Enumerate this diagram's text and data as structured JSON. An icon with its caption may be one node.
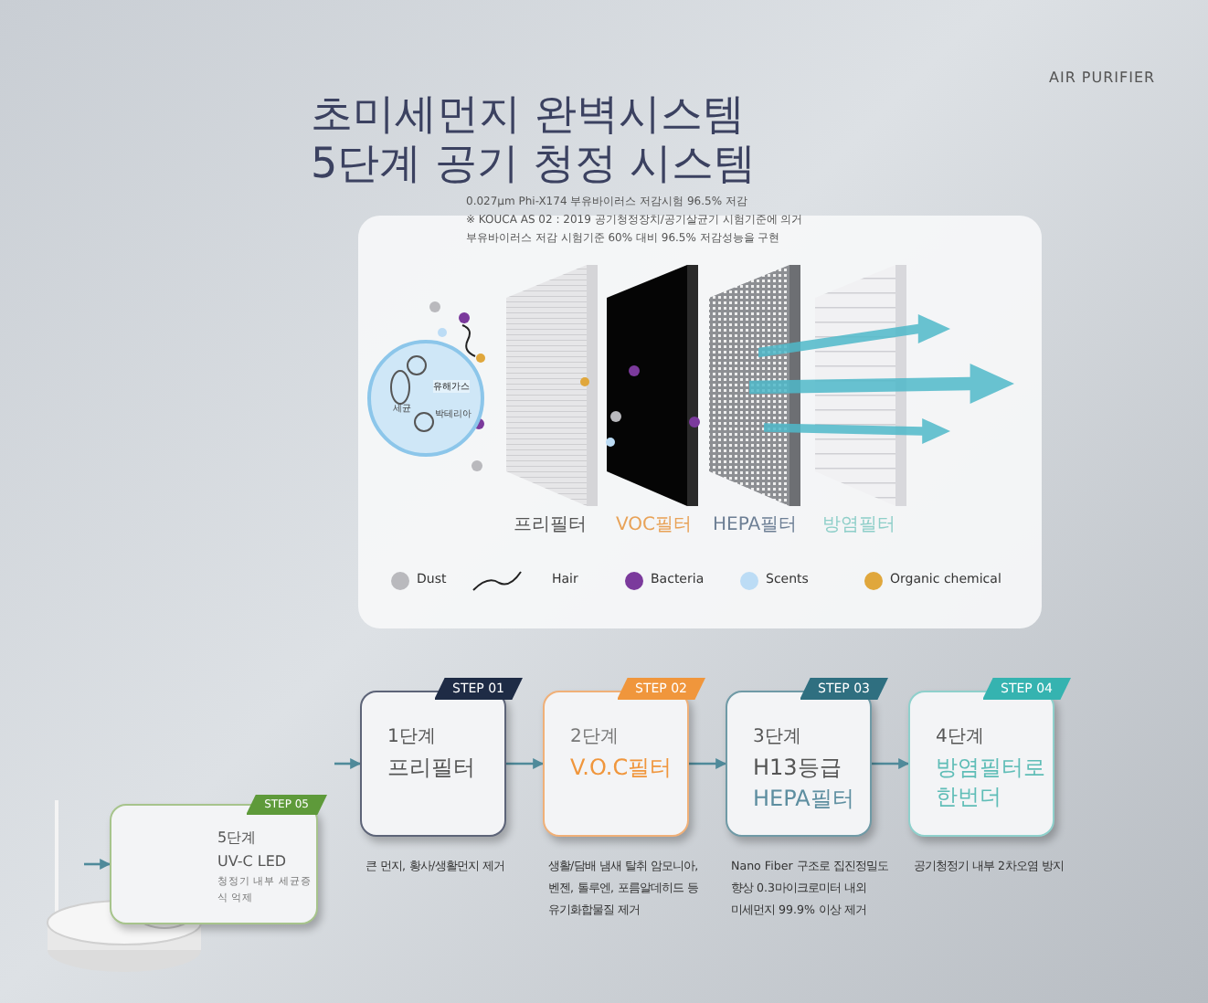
{
  "diagram": {
    "title": "초미세먼지 완벽시스템 5단계 공기 청정 시스템",
    "nodes": [
      {
        "text": [
          "STEP 01",
          "1단계",
          "프리필터"
        ],
        "beside": [
          "큰 먼지, 황사/생활먼지 제거"
        ]
      },
      {
        "text": [
          "STEP 02",
          "2단계",
          "V.O.C필터"
        ],
        "beside": [
          "생활/담배 냄새 탈취 암모니아, 벤젠, 톨루엔, 포름알데히드 등 유기화합물질 제거"
        ]
      },
      {
        "text": [
          "STEP 03",
          "3단계",
          "H13등급",
          "HEPA필터"
        ],
        "beside": [
          "Nano Fiber 구조로 집진정밀도 향상 0.3마이크로미터 내외 미세먼지 99.9% 이상 제거"
        ]
      },
      {
        "text": [
          "STEP 04",
          "4단계",
          "방염필터로 한번더"
        ],
        "beside": [
          "공기청정기 내부 2차오염 방지"
        ]
      },
      {
        "text": [
          "STEP 05",
          "5단계",
          "UV-C LED",
          "청정기 내부 세균증식 억제"
        ]
      }
    ],
    "edges": [
      {
        "from": null,
        "to": 0,
        "arrow": "to"
      },
      {
        "from": 0,
        "to": 1,
        "arrow": "to"
      },
      {
        "from": 1,
        "to": 2,
        "arrow": "to"
      },
      {
        "from": 2,
        "to": 3,
        "arrow": "to"
      },
      {
        "from": null,
        "to": 4,
        "arrow": "to"
      }
    ],
    "labels": [
      "AIR PURIFIER",
      "0.027μm Phi-X174 부유바이러스 저감시험 96.5% 저감",
      "※ KOUCA AS 02 : 2019 공기청정장치/공기살균기 시험기준에 의거",
      "부유바이러스 저감 시험기준 60% 대비 96.5% 저감성능을 구현",
      "세균",
      "유해가스",
      "박테리아",
      "프리필터",
      "VOC필터",
      "HEPA필터",
      "방염필터"
    ],
    "legend": [
      {
        "text": "Dust",
        "color": "#b9b9bd"
      },
      {
        "text": "Hair"
      },
      {
        "text": "Bacteria",
        "color": "#7b3a9c"
      },
      {
        "text": "Scents",
        "color": "#bcdcf5"
      },
      {
        "text": "Organic chemical",
        "color": "#e0a73c"
      }
    ]
  }
}
